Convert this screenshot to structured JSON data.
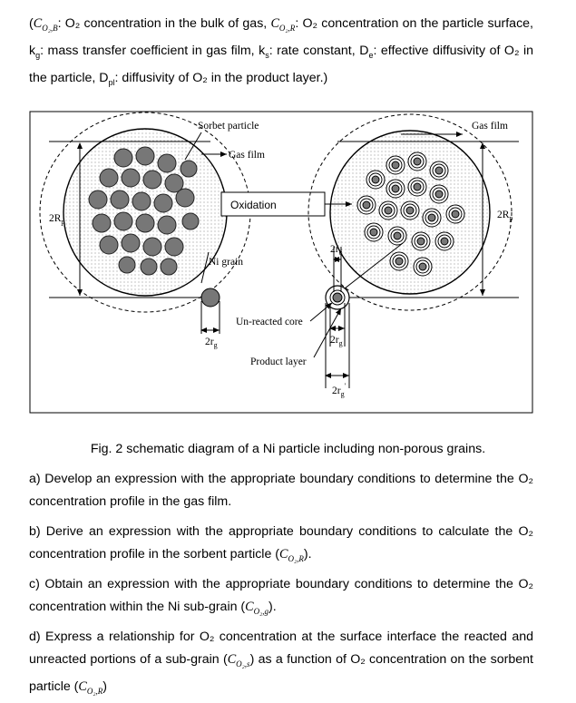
{
  "intro": {
    "part1": "(",
    "sym_cb": "C",
    "sub_cb": "O₂,B",
    "part2": ": O₂ concentration in the bulk of gas, ",
    "sym_cr": "C",
    "sub_cr": "O₂,R",
    "part3": ": O₂ concentration on the particle surface, k",
    "sub_kg": "g",
    "part4": ": mass transfer coefficient in gas film, k",
    "sub_ks": "s",
    "part5": ": rate constant, D",
    "sub_de": "e",
    "part6": ": effective diffusivity of O₂ in the particle, D",
    "sub_dpl": "pl",
    "part7": ": diffusivity of O₂ in the product layer.)"
  },
  "figure": {
    "label_sorbent": "Sorbet particle",
    "label_gas_film_left": "Gas film",
    "label_gas_film_right": "Gas film",
    "label_oxidation": "Oxidation",
    "label_ni_grain": "Ni grain",
    "label_2rp_left": "2R",
    "label_2rp_left_sub": "p",
    "label_2rp_right": "2R",
    "label_2rp_right_sub": "p",
    "label_unreacted": "Un-reacted core",
    "label_product": "Product layer",
    "label_2rg_left": "2r",
    "label_2rg_left_sub": "g",
    "label_2rc": "2r",
    "label_2rc_sub": "c",
    "label_2rg_right": "2r",
    "label_2rg_right_sub": "g",
    "label_2rg_prime": "2r",
    "label_2rg_prime_sub": "g",
    "label_2rg_prime_sup": "'"
  },
  "caption": "Fig. 2 schematic diagram of a Ni particle including non-porous grains.",
  "questions": {
    "a": "a) Develop an expression with the appropriate boundary conditions to determine the O₂ concentration profile in the gas film.",
    "b_text": "b) Derive an expression with the appropriate boundary conditions to calculate the O₂ concentration profile in the sorbent particle (",
    "b_sym": "C",
    "b_sub": "O₂,R",
    "b_end": ").",
    "c_text": "c) Obtain an expression with the appropriate boundary conditions to determine the O₂ concentration within the Ni sub-grain (",
    "c_sym": "C",
    "c_sub": "O₂,g",
    "c_end": ").",
    "d_text1": "d) Express a relationship for O₂ concentration at the surface interface the reacted and unreacted portions of a sub-grain (",
    "d_sym1": "C",
    "d_sub1": "O₂,s",
    "d_text2": ") as a function of O₂ concentration on the sorbent particle (",
    "d_sym2": "C",
    "d_sub2": "O₂,R",
    "d_end": ")"
  }
}
